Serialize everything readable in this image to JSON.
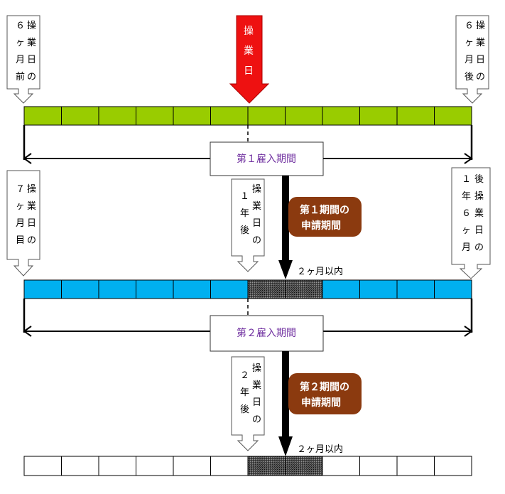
{
  "colors": {
    "row1": "#99cc00",
    "row2": "#00b0f0",
    "row3": "#ffffff",
    "red_arrow": "#ee1111",
    "label_box": "#8b3a0f",
    "period_text": "#7030a0"
  },
  "top_arrows": {
    "six_months_before": [
      "６",
      "ヶ",
      "月",
      "前",
      "操",
      "業",
      "日",
      "の"
    ],
    "start_day": [
      "操",
      "業",
      "日"
    ],
    "six_months_after": [
      "６",
      "ヶ",
      "月",
      "後",
      "操",
      "業",
      "日",
      "の"
    ]
  },
  "period1": {
    "label": "第１雇入期間",
    "seventh_month": [
      "７",
      "ヶ",
      "月",
      "目",
      "操",
      "業",
      "日",
      "の"
    ],
    "one_year_after": [
      "１",
      "年",
      "後",
      "操",
      "業",
      "日",
      "の"
    ],
    "one_year_six_months_after": [
      "１",
      "年",
      "６",
      "ヶ",
      "月",
      "後",
      "操",
      "業",
      "日",
      "の"
    ],
    "application_label": [
      "第１期間の",
      "申請期間"
    ],
    "within_note": "２ヶ月以内"
  },
  "period2": {
    "label": "第２雇入期間",
    "two_years_after": [
      "２",
      "年",
      "後",
      "操",
      "業",
      "日",
      "の"
    ],
    "application_label": [
      "第２期間の",
      "申請期間"
    ],
    "within_note": "２ヶ月以内"
  }
}
